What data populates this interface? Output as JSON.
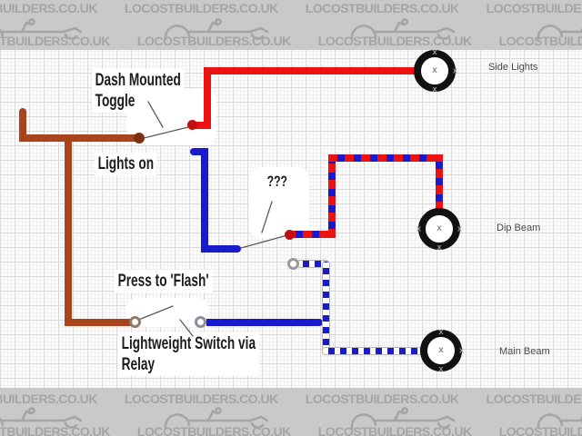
{
  "watermark": {
    "text": "LOCOSTBUILDERS.CO.UK"
  },
  "diagram": {
    "labels": {
      "toggle_line1": "Dash Mounted",
      "toggle_line2": "Toggle",
      "lights_on": "Lights on",
      "mystery": "???",
      "flash": "Press to 'Flash'",
      "relay_line1": "Lightweight Switch via",
      "relay_line2": "Relay"
    },
    "lamps": [
      {
        "label": "Side Lights",
        "mark": "x"
      },
      {
        "label": "Dip Beam",
        "mark": "x"
      },
      {
        "label": "Main Beam",
        "mark": "x"
      }
    ]
  },
  "colors": {
    "brown": "#a8431c",
    "brown-dark": "#7c3212",
    "red": "#ec1212",
    "red-dark": "#c01010",
    "blue": "#1a1acd",
    "lamp-ring": "#111111",
    "banner-bg": "#c9c9c9",
    "banner-fg": "#a5a5a5",
    "grid-major": "#d9d9d9",
    "grid-minor": "#f0f0f0"
  }
}
